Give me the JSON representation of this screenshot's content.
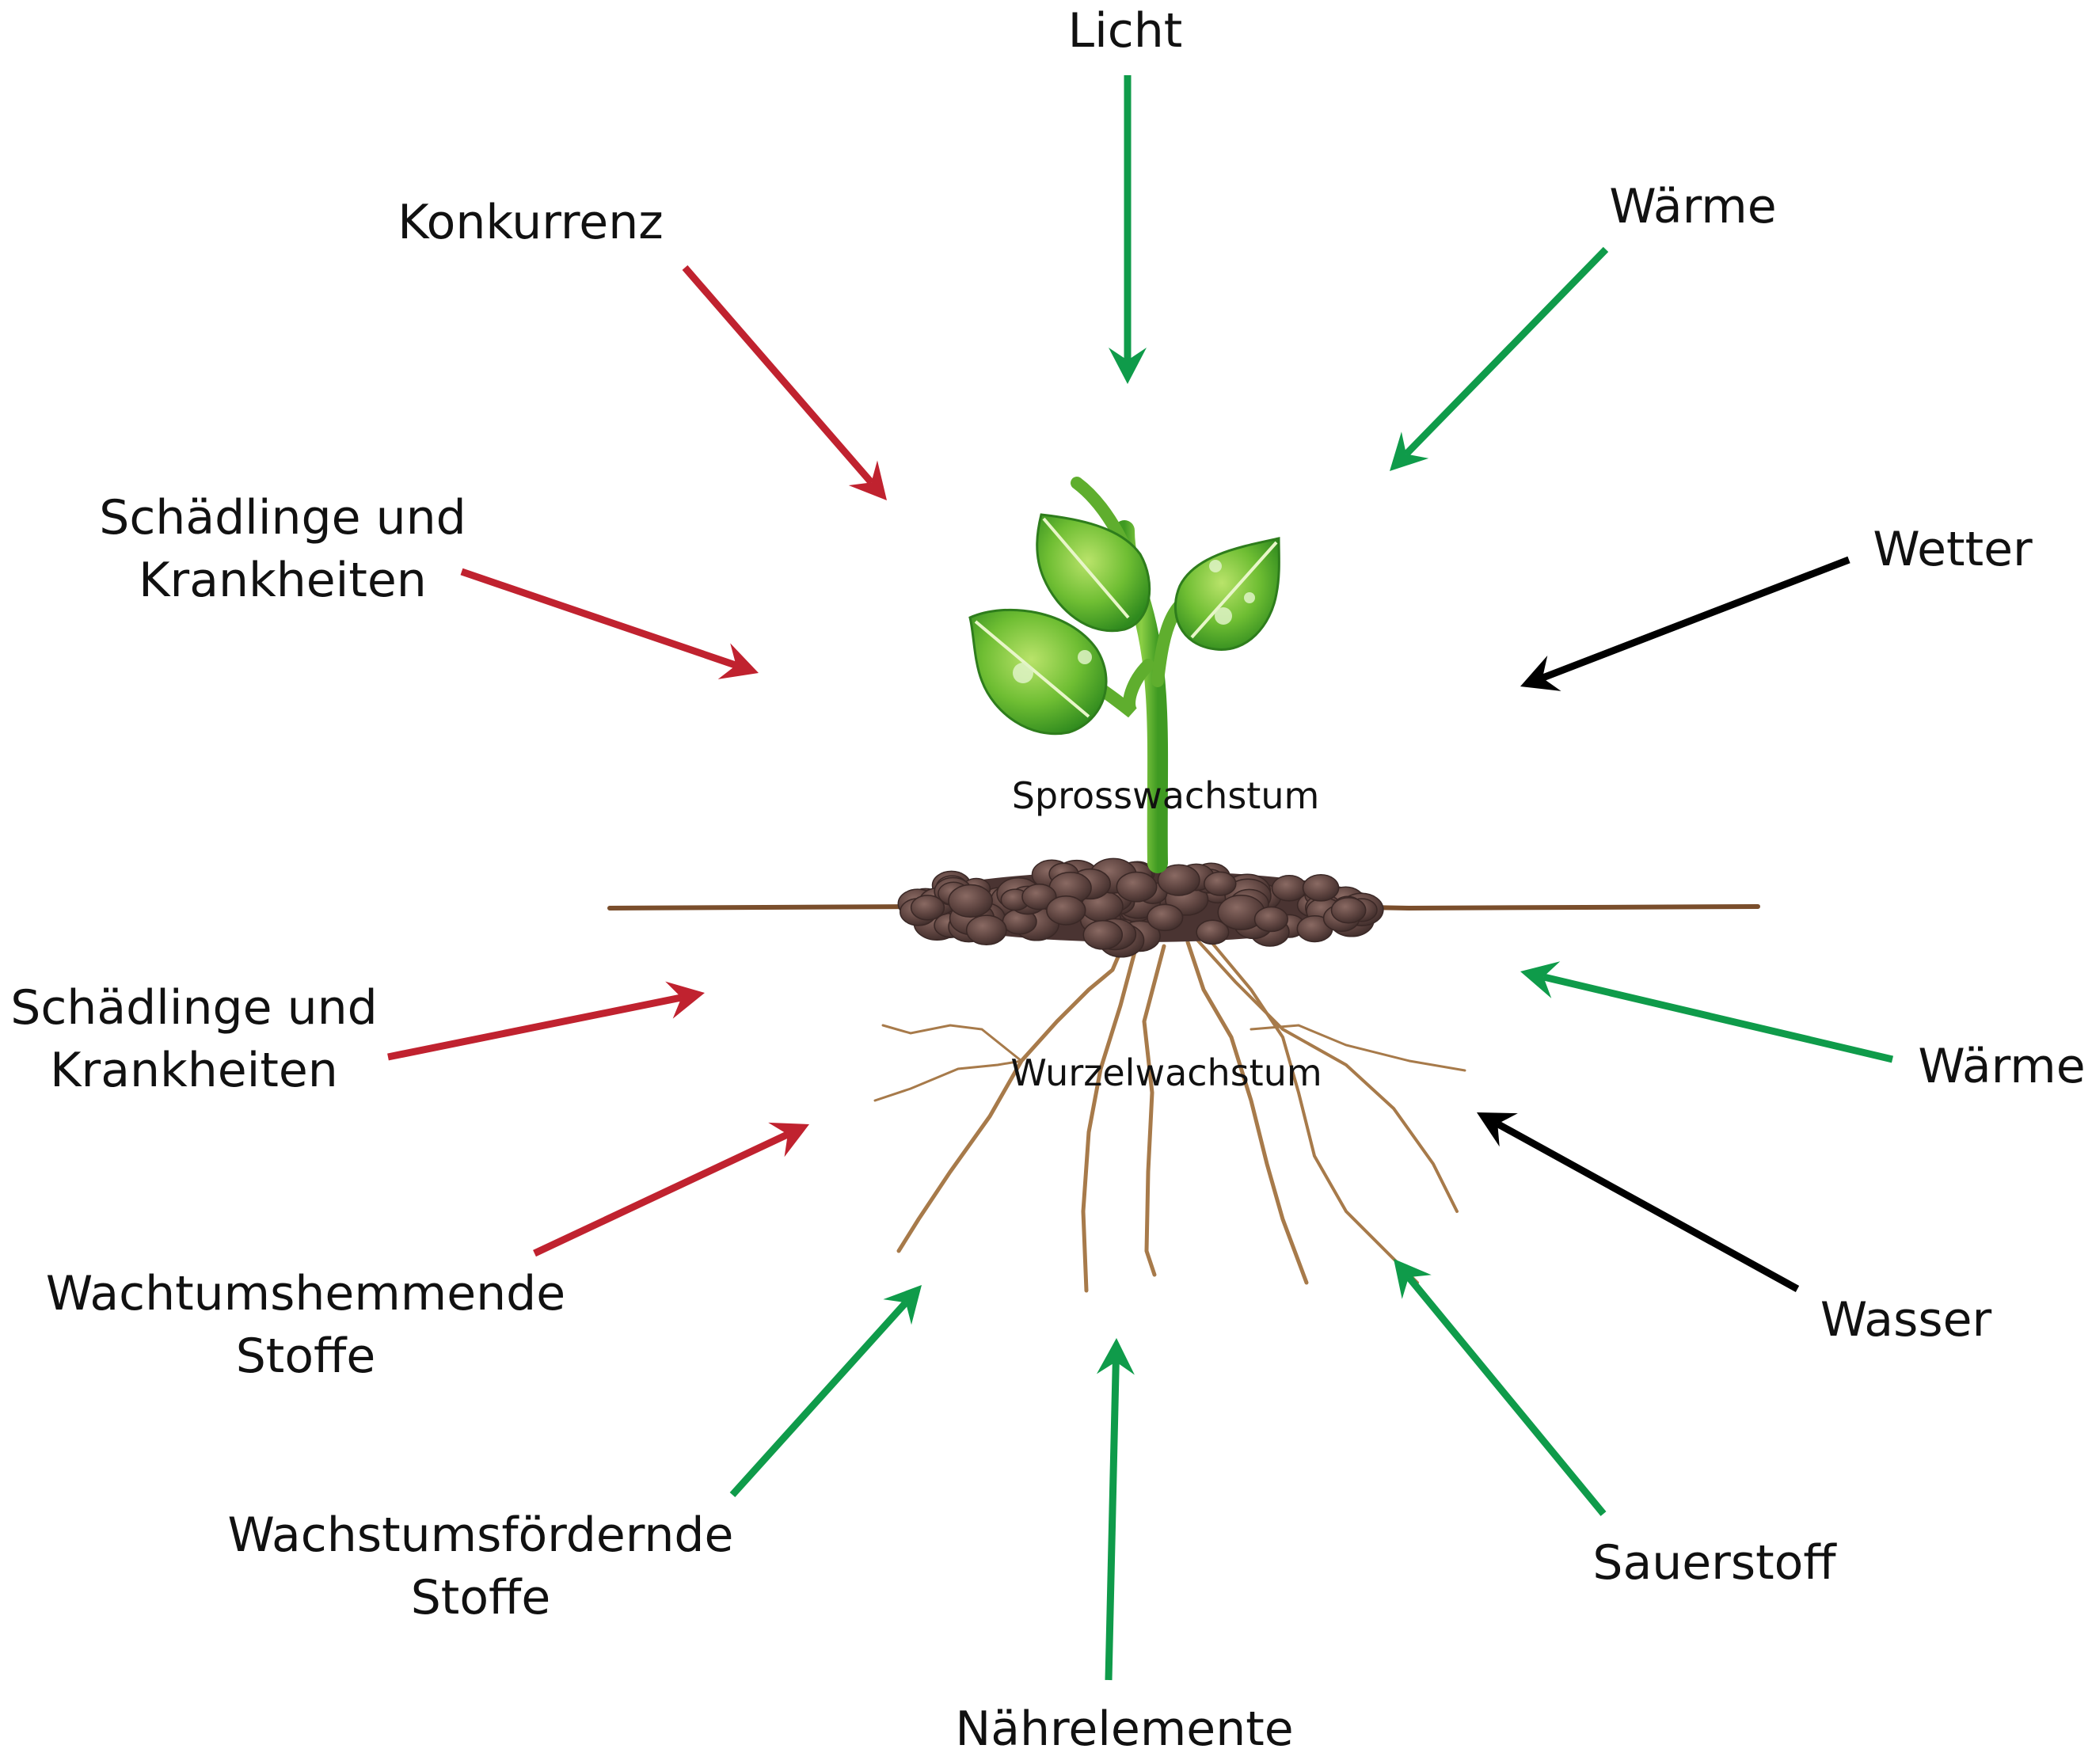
{
  "labels": {
    "licht": "Licht",
    "waerme_top": "Wärme",
    "konkurrenz": "Konkurrenz",
    "schaedlinge_top": [
      "Schädlinge und",
      "Krankheiten"
    ],
    "wetter": "Wetter",
    "sprosswachstum": "Sprosswachstum",
    "wurzelwachstum": "Wurzelwachstum",
    "schaedlinge_bottom": [
      "Schädlinge und",
      "Krankheiten"
    ],
    "waerme_bottom": "Wärme",
    "wasser": "Wasser",
    "hemmende": [
      "Wachtumshemmende",
      "Stoffe"
    ],
    "foerdernde": [
      "Wachstumsfördernde",
      "Stoffe"
    ],
    "sauerstoff": "Sauerstoff",
    "naehrelemente": "Nährelemente"
  },
  "colors": {
    "positive": "#0f9b4a",
    "negative": "#c0222f",
    "neutral": "#000000"
  }
}
